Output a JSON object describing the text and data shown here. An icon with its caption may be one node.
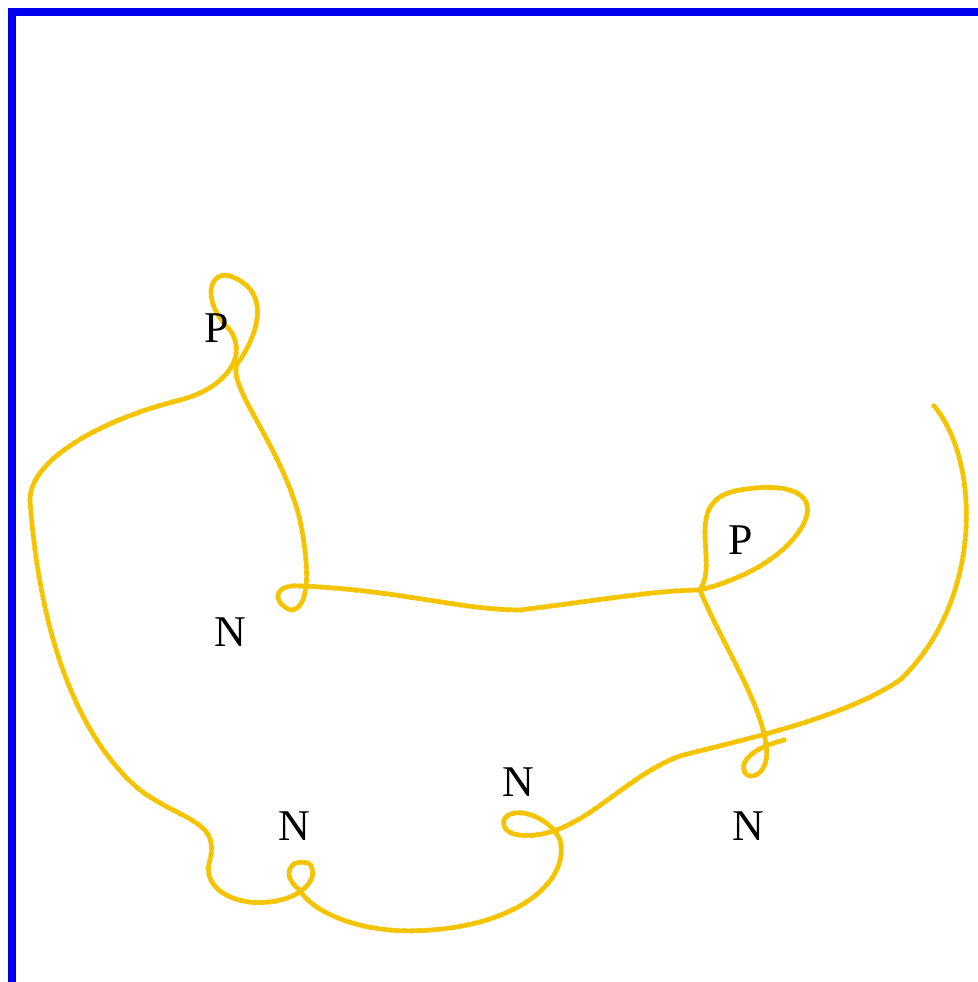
{
  "diagram": {
    "labels": [
      "P",
      "P",
      "N",
      "N",
      "N",
      "N"
    ]
  }
}
